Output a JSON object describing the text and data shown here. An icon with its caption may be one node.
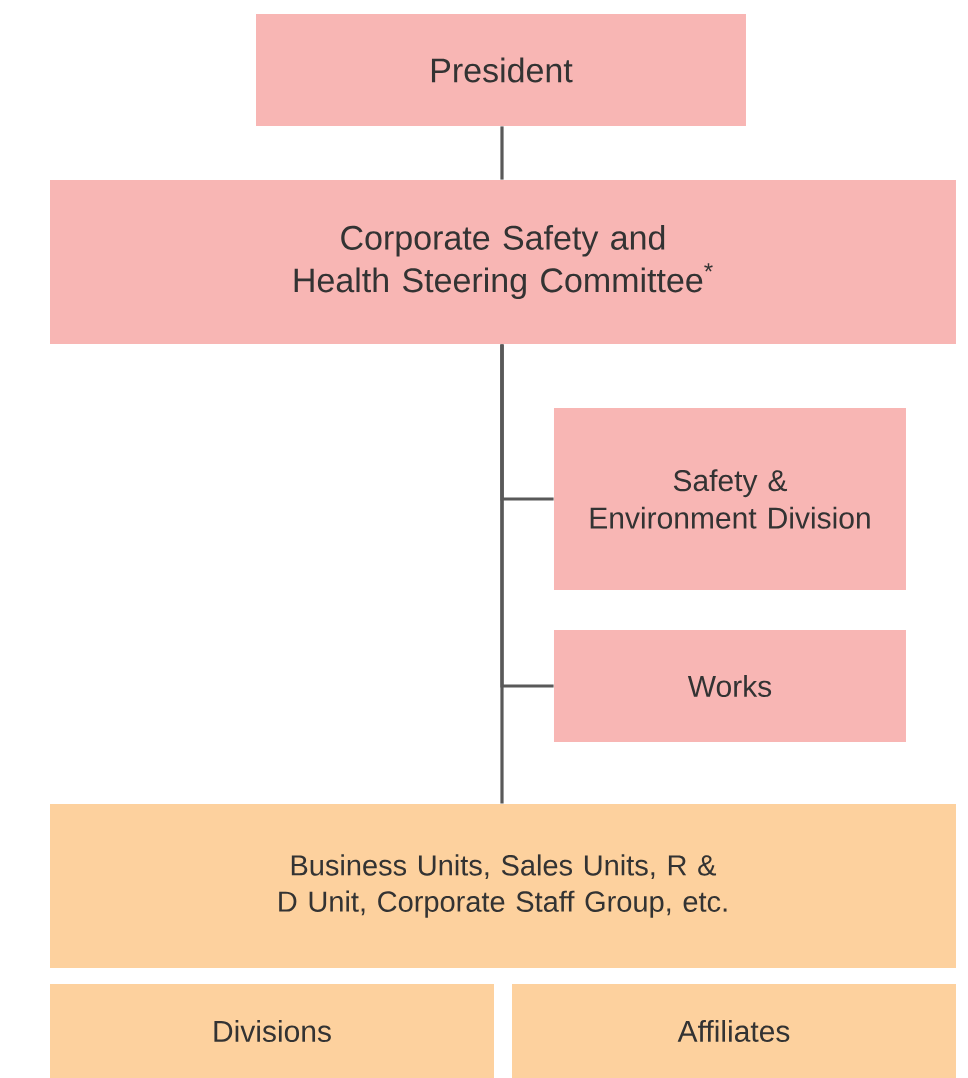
{
  "diagram": {
    "nodes": [
      {
        "text": [
          "President"
        ]
      },
      {
        "text": [
          "Corporate Safety and Health Steering Committee$^{*}$"
        ]
      },
      {
        "text": [
          "Safety & Environment Division"
        ]
      },
      {
        "text": [
          "Works"
        ]
      },
      {
        "text": [
          "Business Units, Sales Units, R & D Unit, Corporate Staff Group, etc."
        ]
      },
      {
        "text": [
          "Divisions"
        ]
      },
      {
        "text": [
          "Affiliates"
        ]
      }
    ],
    "edges": [
      {
        "from": 0,
        "to": 1,
        "arrow": "none"
      },
      {
        "from": 1,
        "to": 2,
        "arrow": "none"
      },
      {
        "from": 1,
        "to": 3,
        "arrow": "none"
      },
      {
        "from": 1,
        "to": 4,
        "arrow": "none"
      }
    ]
  }
}
